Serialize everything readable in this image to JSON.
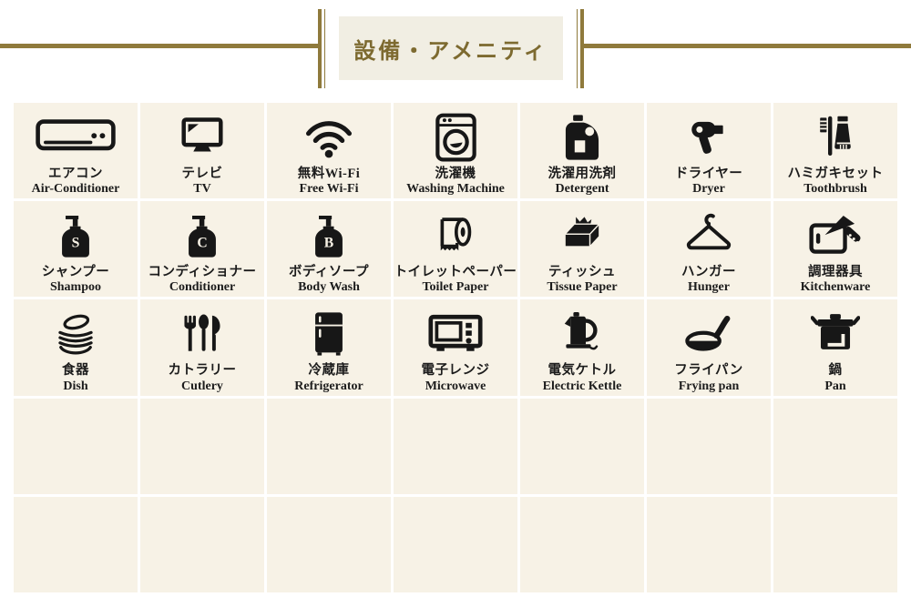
{
  "header": {
    "title": "設備・アメニティ"
  },
  "colors": {
    "accent_gold": "#8f7a3c",
    "title_text": "#7d6a30",
    "title_box_bg": "#f1eee3",
    "cell_bg": "#f7f2e6",
    "icon_ink": "#171717",
    "page_bg": "#ffffff"
  },
  "grid": {
    "columns": 7,
    "rows": 5,
    "empty_cells": 14,
    "items": [
      {
        "jp": "エアコン",
        "en": "Air-Conditioner",
        "icon": "air-conditioner"
      },
      {
        "jp": "テレビ",
        "en": "TV",
        "icon": "tv"
      },
      {
        "jp": "無料Wi-Fi",
        "en": "Free Wi-Fi",
        "icon": "wifi"
      },
      {
        "jp": "洗濯機",
        "en": "Washing Machine",
        "icon": "washing-machine"
      },
      {
        "jp": "洗濯用洗剤",
        "en": "Detergent",
        "icon": "detergent"
      },
      {
        "jp": "ドライヤー",
        "en": "Dryer",
        "icon": "hair-dryer"
      },
      {
        "jp": "ハミガキセット",
        "en": "Toothbrush",
        "icon": "toothbrush"
      },
      {
        "jp": "シャンプー",
        "en": "Shampoo",
        "icon": "shampoo-bottle",
        "letter": "S"
      },
      {
        "jp": "コンディショナー",
        "en": "Conditioner",
        "icon": "conditioner-bottle",
        "letter": "C"
      },
      {
        "jp": "ボディソープ",
        "en": "Body Wash",
        "icon": "body-wash-bottle",
        "letter": "B"
      },
      {
        "jp": "トイレットペーパー",
        "en": "Toilet Paper",
        "icon": "toilet-paper"
      },
      {
        "jp": "ティッシュ",
        "en": "Tissue Paper",
        "icon": "tissue-box"
      },
      {
        "jp": "ハンガー",
        "en": "Hunger",
        "icon": "hanger"
      },
      {
        "jp": "調理器具",
        "en": "Kitchenware",
        "icon": "cutting-board-knife"
      },
      {
        "jp": "食器",
        "en": "Dish",
        "icon": "dish-stack"
      },
      {
        "jp": "カトラリー",
        "en": "Cutlery",
        "icon": "cutlery"
      },
      {
        "jp": "冷蔵庫",
        "en": "Refrigerator",
        "icon": "refrigerator"
      },
      {
        "jp": "電子レンジ",
        "en": "Microwave",
        "icon": "microwave"
      },
      {
        "jp": "電気ケトル",
        "en": "Electric Kettle",
        "icon": "electric-kettle"
      },
      {
        "jp": "フライパン",
        "en": "Frying pan",
        "icon": "frying-pan"
      },
      {
        "jp": "鍋",
        "en": "Pan",
        "icon": "pot"
      }
    ]
  }
}
